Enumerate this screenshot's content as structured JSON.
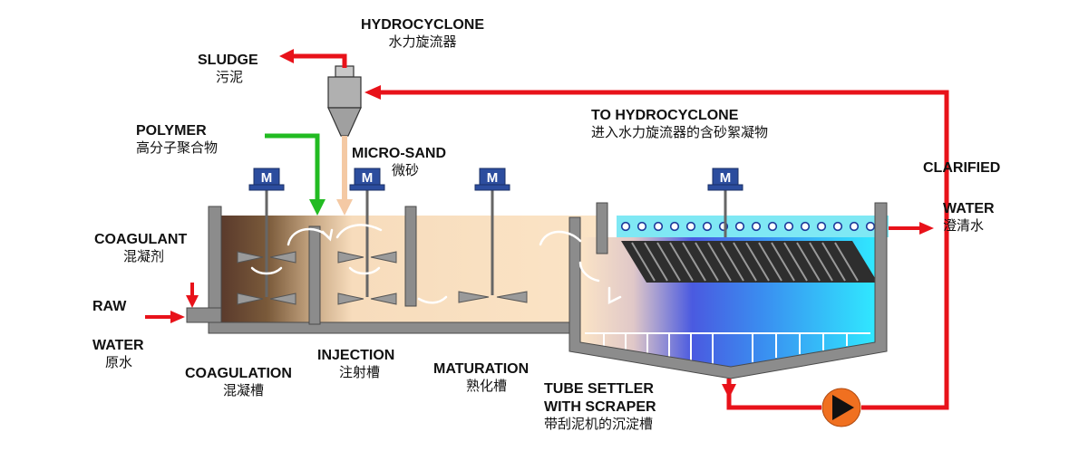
{
  "labels": {
    "hydrocyclone": {
      "en": "HYDROCYCLONE",
      "zh": "水力旋流器"
    },
    "sludge": {
      "en": "SLUDGE",
      "zh": "污泥"
    },
    "polymer": {
      "en": "POLYMER",
      "zh": "高分子聚合物"
    },
    "micro_sand": {
      "en": "MICRO-SAND",
      "zh": "微砂"
    },
    "to_hydrocyclone": {
      "en": "TO HYDROCYCLONE",
      "zh": "进入水力旋流器的含砂絮凝物"
    },
    "clarified": {
      "en": "CLARIFIED"
    },
    "water_out": {
      "en": "WATER",
      "zh": "澄清水"
    },
    "coagulant": {
      "en": "COAGULANT",
      "zh": "混凝剂"
    },
    "raw": {
      "en": "RAW"
    },
    "water_in": {
      "en": "WATER",
      "zh": "原水"
    },
    "coagulation": {
      "en": "COAGULATION",
      "zh": "混凝槽"
    },
    "injection": {
      "en": "INJECTION",
      "zh": "注射槽"
    },
    "maturation": {
      "en": "MATURATION",
      "zh": "熟化槽"
    },
    "tube_settler": {
      "en": "TUBE SETTLER",
      "en2": "WITH SCRAPER",
      "zh": "带刮泥机的沉淀槽"
    }
  },
  "motor_symbol": "M",
  "colors": {
    "recycle_line": "#e8121a",
    "polymer_line": "#22bb22",
    "sand_line": "#f4c9a4",
    "tank_wall": "#8c8c8c",
    "pump": "#f07020",
    "motor": "#2c4d9e",
    "clarified_water": "#7fe8f4"
  }
}
